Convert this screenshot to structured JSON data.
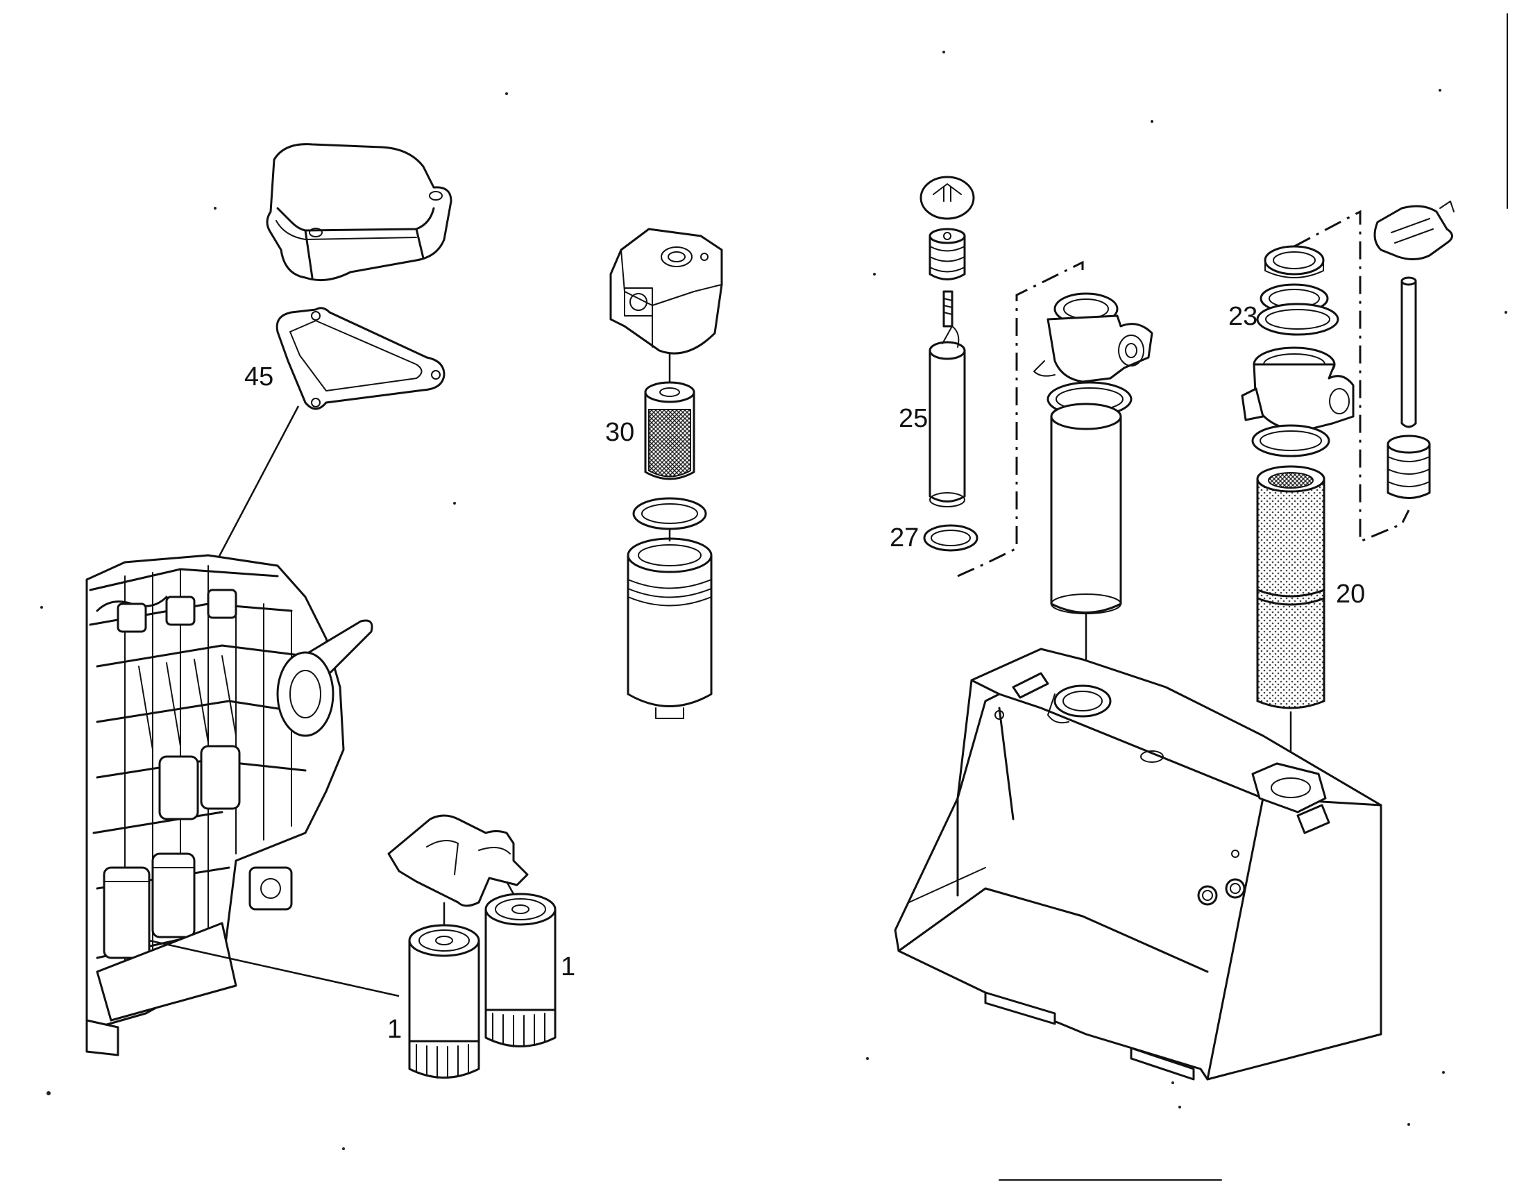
{
  "callouts": {
    "c45": "45",
    "c30": "30",
    "c25": "25",
    "c27": "27",
    "c23": "23",
    "c20": "20",
    "c1a": "1",
    "c1b": "1"
  }
}
